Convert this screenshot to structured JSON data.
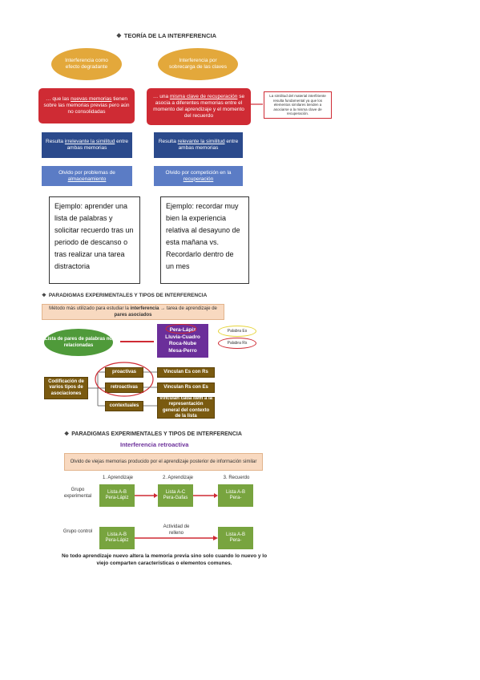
{
  "section1": {
    "heading": "TEORÍA DE LA INTERFERENCIA",
    "left": {
      "oval": "Interferencia como efecto degradante",
      "red_pre": "… que las ",
      "red_u": "nuevas memorias",
      "red_post": " tienen sobre las memorias previas pero aún no consolidadas",
      "blue_pre": "Resulta ",
      "blue_u": "irrelevante la similitud",
      "blue_post": " entre ambas memorias",
      "olvido_pre": "Olvido por problemas de ",
      "olvido_u": "almacenamiento",
      "example": "Ejemplo: aprender una lista de palabras y solicitar recuerdo tras un periodo de descanso o tras realizar una tarea distractoria"
    },
    "right": {
      "oval": "Interferencia por sobrecarga de las claves",
      "red_pre": "… una ",
      "red_u": "misma clave de recuperación",
      "red_post": " se asocia a diferentes memorias entre el momento del aprendizaje y el momento del recuerdo",
      "note": "La similitud del material interfiriente resulta fundamental ya que los elementos similares tienden a asociarse a la misma clave de recuperación.",
      "blue_pre": "Resulta ",
      "blue_u": "relevante la similitud",
      "blue_post": " entre ambas memorias",
      "olvido_pre": "Olvido por competición en la ",
      "olvido_u": "recuperación",
      "example": "Ejemplo: recordar muy bien la experiencia relativa al desayuno de esta mañana vs. Recordarlo dentro de un mes"
    }
  },
  "section2": {
    "heading": "PARADIGMAS EXPERIMENTALES Y TIPOS DE INTERFERENCIA",
    "method_pre": "Método más utilizado para estudiar la ",
    "method_bold": "interferencia",
    "method_post": " → tarea de aprendizaje de ",
    "method_bold2": "pares asociados",
    "list_oval": "Lista de pares de palabras no relacionadas",
    "pairs": [
      "Pera-Lápiz",
      "Lluvia-Cuadro",
      "Roca-Nube",
      "Mesa-Perro"
    ],
    "pill_es": "Palabra Es",
    "pill_rs": "Palabra Rs",
    "codif": "Codificación de varios tipos de asociaciones",
    "types": [
      "proactivas",
      "retroactivas",
      "contextuales"
    ],
    "results": [
      "Vinculan Es con Rs",
      "Vinculan Rs con Es",
      "Vinculan cada ítem a la representación general del contexto de la lista"
    ]
  },
  "section3": {
    "heading": "PARADIGMAS EXPERIMENTALES Y TIPOS DE INTERFERENCIA",
    "subheading": "Interferencia retroactiva",
    "definition": "Olvido de viejas memorias producido por el aprendizaje posterior de información similar",
    "steps": [
      "1. Aprendizaje",
      "2. Aprendizaje",
      "3. Recuerdo"
    ],
    "group_exp": "Grupo experimental",
    "group_ctrl": "Grupo control",
    "exp_boxes": [
      [
        "Lista A-B",
        "Pera-Lápiz"
      ],
      [
        "Lista A-C",
        "Pera-Gafas"
      ],
      [
        "Lista A-B",
        "Pera-"
      ]
    ],
    "ctrl_boxes": [
      [
        "Lista A-B",
        "Pera-Lápiz"
      ],
      [
        "Lista A-B",
        "Pera-"
      ]
    ],
    "activity": "Actividad de relleno",
    "footer": "No todo aprendizaje nuevo altera la memoria previa sino solo cuando lo nuevo y lo viejo comparten características o elementos comunes."
  },
  "colors": {
    "orange": "#e3a83b",
    "red": "#cf2b34",
    "navy": "#2b4a8c",
    "green": "#78a43f",
    "purple": "#6b2f9a",
    "brown": "#7a5a10"
  }
}
